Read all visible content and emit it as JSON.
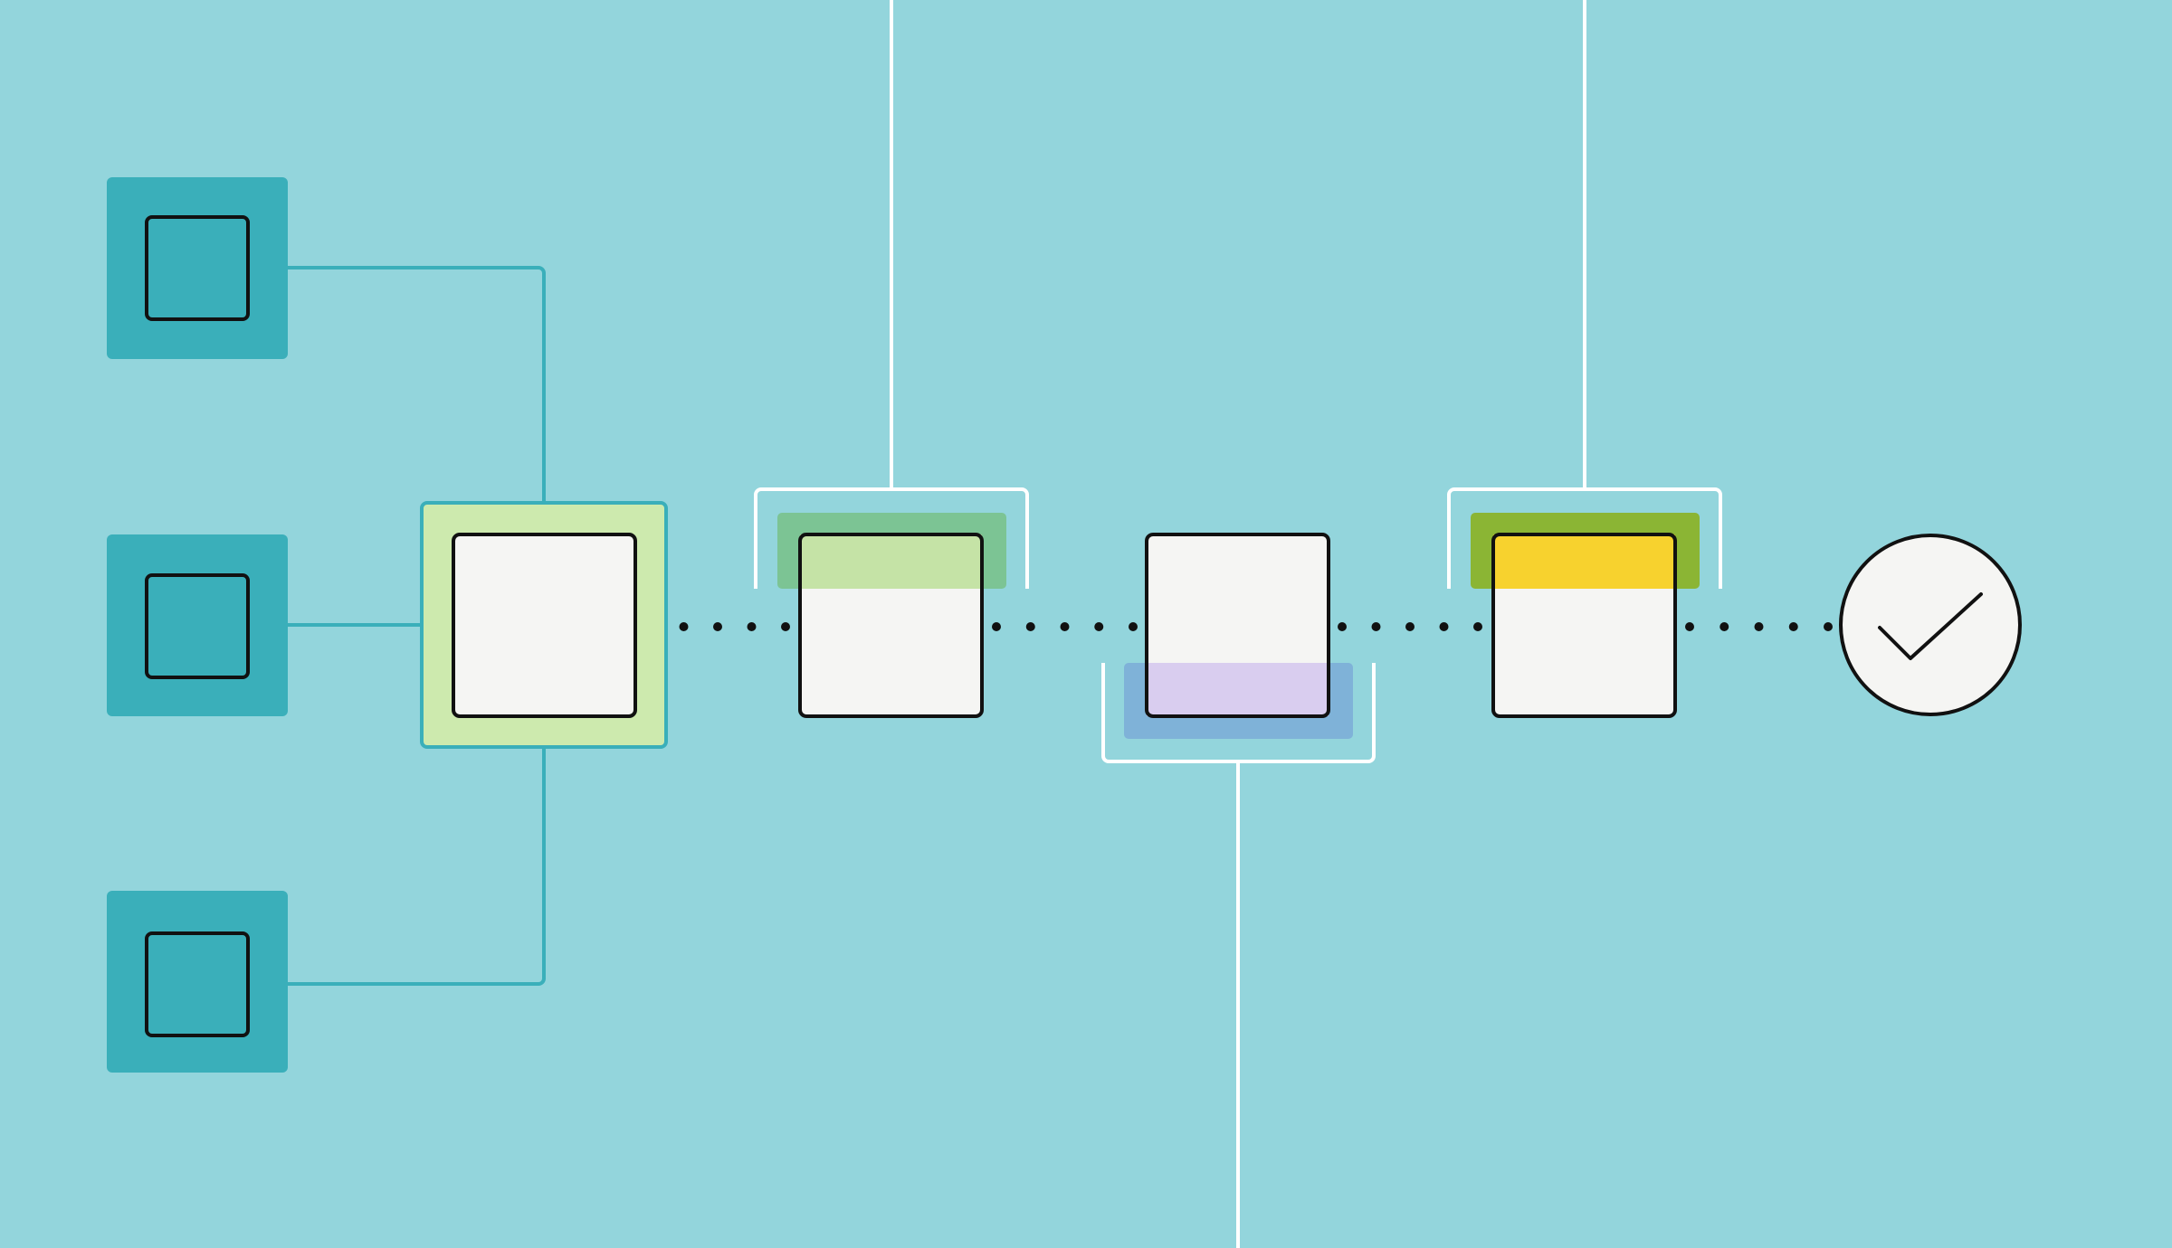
{
  "colors": {
    "background": "#93d5dc",
    "source_tile": "#3aafba",
    "connector": "#3aafba",
    "node_fill": "#f5f5f3",
    "node_stroke": "#111111",
    "selected_node_frame": "#cdeaae",
    "rail_line": "#ffffff",
    "dot_path": "#111111",
    "stage_1_band": "#7cc494",
    "stage_1_overlap": "#c5e3a6",
    "stage_2_band": "#7fb2d8",
    "stage_2_overlap": "#d9cdef",
    "stage_3_band": "#8bb534",
    "stage_3_overlap": "#f7d22e"
  },
  "icons": {
    "sources": [
      "square-icon",
      "square-icon",
      "square-icon"
    ],
    "end": "checkmark-icon"
  },
  "diagram": {
    "source_count": 3,
    "stage_count": 3,
    "stage_band_positions": [
      "top",
      "bottom",
      "top"
    ],
    "end_state": "complete"
  }
}
